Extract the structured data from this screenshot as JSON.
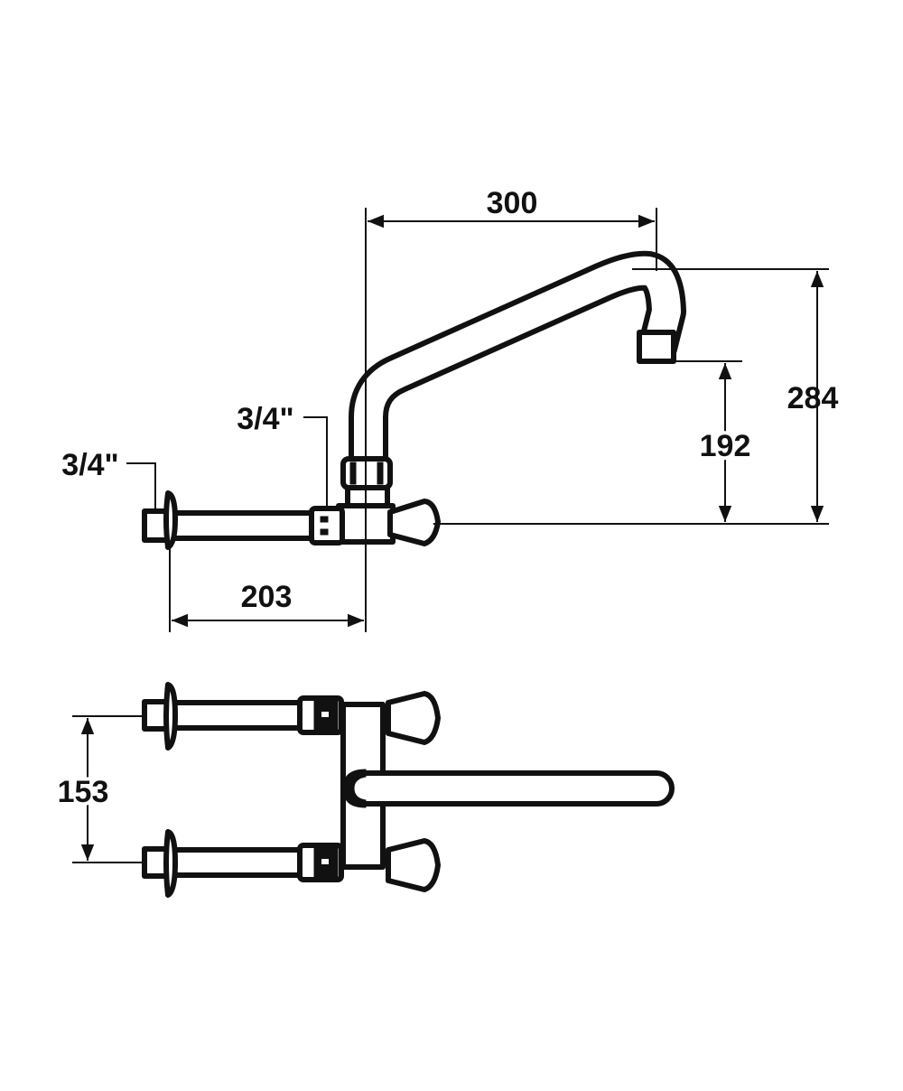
{
  "diagram": {
    "side_view": {
      "dimensions": {
        "spout_reach": "300",
        "overall_height": "284",
        "outlet_height": "192",
        "wall_projection": "203"
      },
      "connections": {
        "wall_inlet": "3/4\"",
        "body_inlet": "3/4\""
      }
    },
    "top_view": {
      "dimensions": {
        "inlet_centers": "153"
      }
    },
    "colors": {
      "line": "#111111",
      "background": "#ffffff"
    }
  }
}
